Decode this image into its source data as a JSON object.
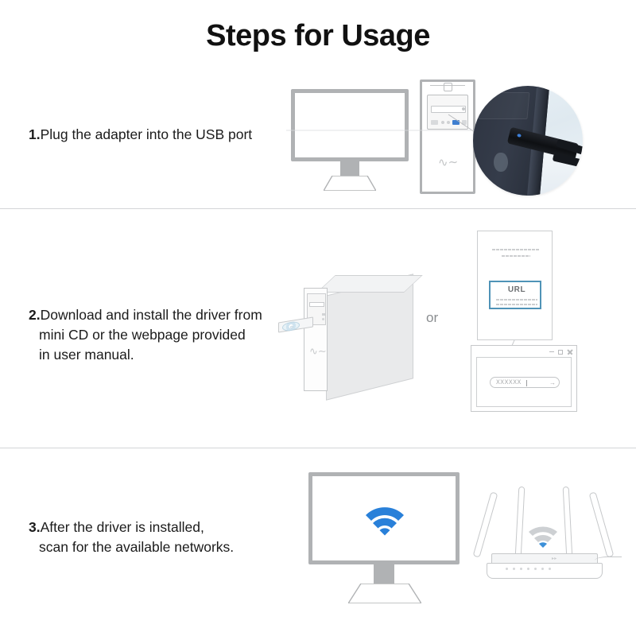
{
  "page": {
    "title": "Steps for Usage",
    "background_color": "#ffffff",
    "divider_color": "#d3d5d7"
  },
  "colors": {
    "text": "#1b1b1b",
    "outline_gray": "#b0b2b4",
    "wifi_blue": "#2980d9",
    "url_box_blue": "#4f93b7",
    "usb_port_blue": "#3f7fd0",
    "muted_gray": "#8a8d90"
  },
  "steps": [
    {
      "number": "1.",
      "lines": [
        "Plug the adapter into the USB port"
      ],
      "illustration": {
        "name": "monitor-and-tower-with-usb-closeup",
        "parts": [
          "monitor",
          "pc-tower",
          "magnified-usb-adapter-photo"
        ]
      }
    },
    {
      "number": "2.",
      "lines": [
        "Download and install the driver from",
        "mini CD or the webpage provided",
        "in user manual."
      ],
      "illustration": {
        "name": "tower-with-cd-tray-or-manual-and-browser",
        "or_label": "or",
        "manual": {
          "url_label": "URL"
        },
        "browser": {
          "address_value": "XXXXXX",
          "go_arrow": "→",
          "window_controls": [
            "minimize",
            "maximize",
            "close"
          ]
        }
      }
    },
    {
      "number": "3.",
      "lines": [
        "After the driver is installed,",
        "scan for the available networks."
      ],
      "illustration": {
        "name": "monitor-with-wifi-and-router",
        "parts": [
          "monitor",
          "wifi-symbol",
          "wireless-router"
        ]
      }
    }
  ]
}
